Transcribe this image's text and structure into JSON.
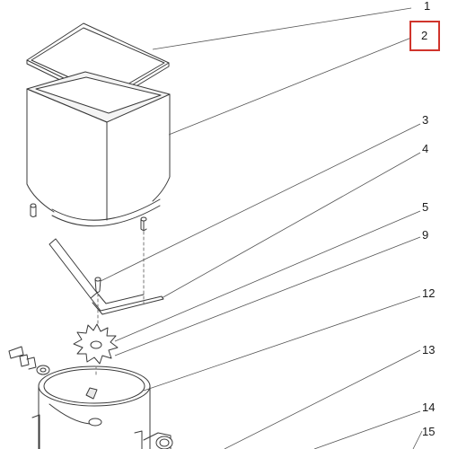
{
  "diagram": {
    "callouts": [
      {
        "id": "c1",
        "label": "1"
      },
      {
        "id": "c2",
        "label": "2",
        "highlighted": true
      },
      {
        "id": "c3",
        "label": "3"
      },
      {
        "id": "c4",
        "label": "4"
      },
      {
        "id": "c5",
        "label": "5"
      },
      {
        "id": "c9",
        "label": "9"
      },
      {
        "id": "c12",
        "label": "12"
      },
      {
        "id": "c13",
        "label": "13"
      },
      {
        "id": "c14",
        "label": "14"
      },
      {
        "id": "c15",
        "label": "15"
      }
    ],
    "colors": {
      "line": "#3a3a3a",
      "leader": "#555555",
      "highlight": "#d0342c",
      "fill": "#ffffff",
      "shade": "#e8e8e8"
    }
  }
}
